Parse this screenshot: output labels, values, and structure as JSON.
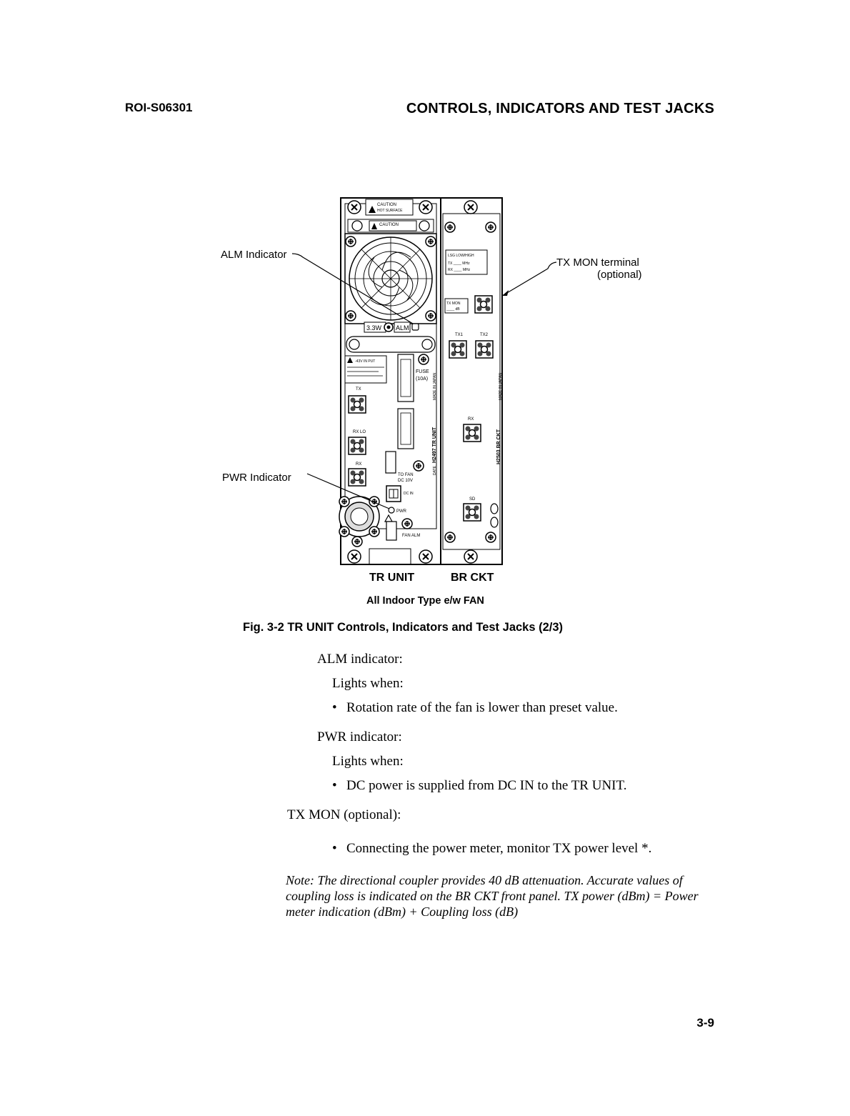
{
  "header": {
    "doc_id": "ROI-S06301",
    "title": "CONTROLS, INDICATORS AND TEST JACKS"
  },
  "figure": {
    "callouts": {
      "alm": "ALM Indicator",
      "pwr": "PWR Indicator",
      "txmon_line1": "TX MON terminal",
      "txmon_line2": "(optional)"
    },
    "unit_labels": {
      "tr": "TR UNIT",
      "br": "BR CKT"
    },
    "subtitle": "All Indoor Type e/w FAN",
    "caption": "Fig. 3-2  TR UNIT Controls, Indicators and Test Jacks (2/3)",
    "panel_text": {
      "caution1": "CAUTION",
      "hot_surface": "HOT SURFACE",
      "caution2": "CAUTION",
      "power_label": "3.3W",
      "alm_label": "ALM",
      "warn": "-43V IN PUT",
      "tx": "TX",
      "rx_lo": "RX LO",
      "rx": "RX",
      "fuse": "FUSE",
      "fuse_rating": "(10A)",
      "to_fan": "TO FAN",
      "dc_fan": "DC 10V",
      "dc_in": "DC IN",
      "pwr": "PWR",
      "fan_alm": "FAN ALM",
      "tr_unit_vertical": "H2497 TR UNIT",
      "made_in_japan": "MADE IN JAPAN",
      "date": "DATE",
      "lsg": "LSG LOW/HIGH",
      "tx_mhz": "TX ____ MHz",
      "rx_mhz": "RX ____ MHz",
      "tx_mon": "TX MON",
      "tx_mon_db": "____ dB",
      "tx1": "TX1",
      "tx2": "TX2",
      "br_rx": "RX",
      "sd": "SD",
      "br_ckt_vertical": "H2503 BR CKT"
    }
  },
  "body": {
    "alm_heading": "ALM indicator:",
    "alm_lights": "Lights when:",
    "alm_bullet": "Rotation rate of the fan is lower than preset value.",
    "pwr_heading": "PWR indicator:",
    "pwr_lights": "Lights when:",
    "pwr_bullet": "DC power is supplied from DC IN to the TR UNIT.",
    "txmon_heading": "TX MON (optional):",
    "txmon_bullet": "Connecting the power meter, monitor TX power level *."
  },
  "note": "Note: The directional coupler provides 40 dB attenuation. Accurate values of coupling loss is indicated on the BR CKT front panel. TX power (dBm) = Power meter indication (dBm) + Coupling loss (dB)",
  "page_number": "3-9"
}
